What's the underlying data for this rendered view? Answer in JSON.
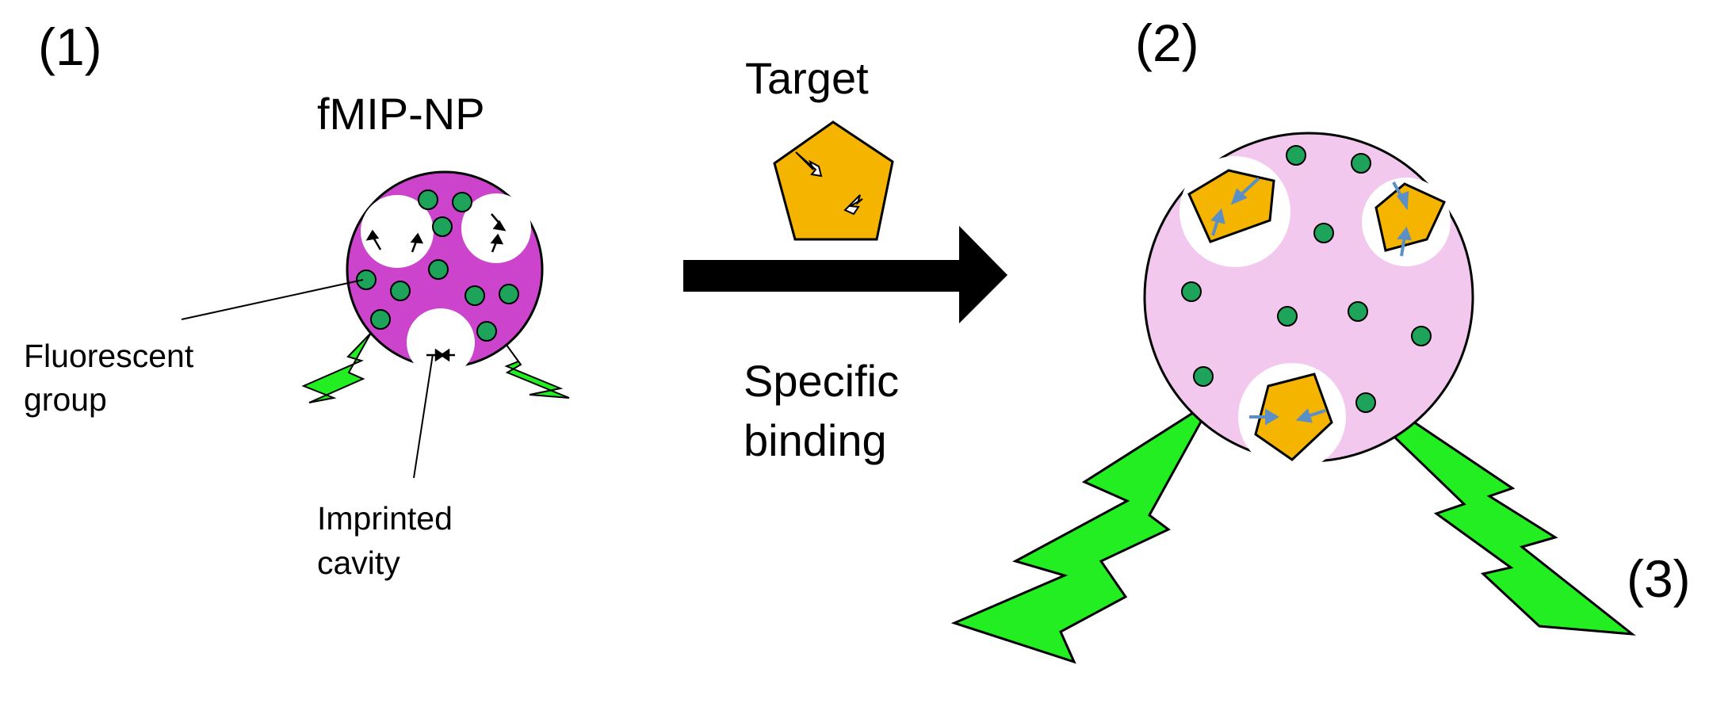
{
  "labels": {
    "step1": "(1)",
    "step2": "(2)",
    "step3": "(3)",
    "particle": "fMIP-NP",
    "target": "Target",
    "fluorescent_line1": "Fluorescent",
    "fluorescent_line2": "group",
    "cavity_line1": "Imprinted",
    "cavity_line2": "cavity",
    "binding_line1": "Specific",
    "binding_line2": "binding"
  },
  "colors": {
    "particle_before": "#cc44cc",
    "particle_after": "#f2c8ee",
    "fluorescent_dot": "#1ea35a",
    "target": "#f5b400",
    "flash": "#22ee22",
    "arrow": "#000000",
    "interaction_arrow": "#5b8fc7"
  }
}
